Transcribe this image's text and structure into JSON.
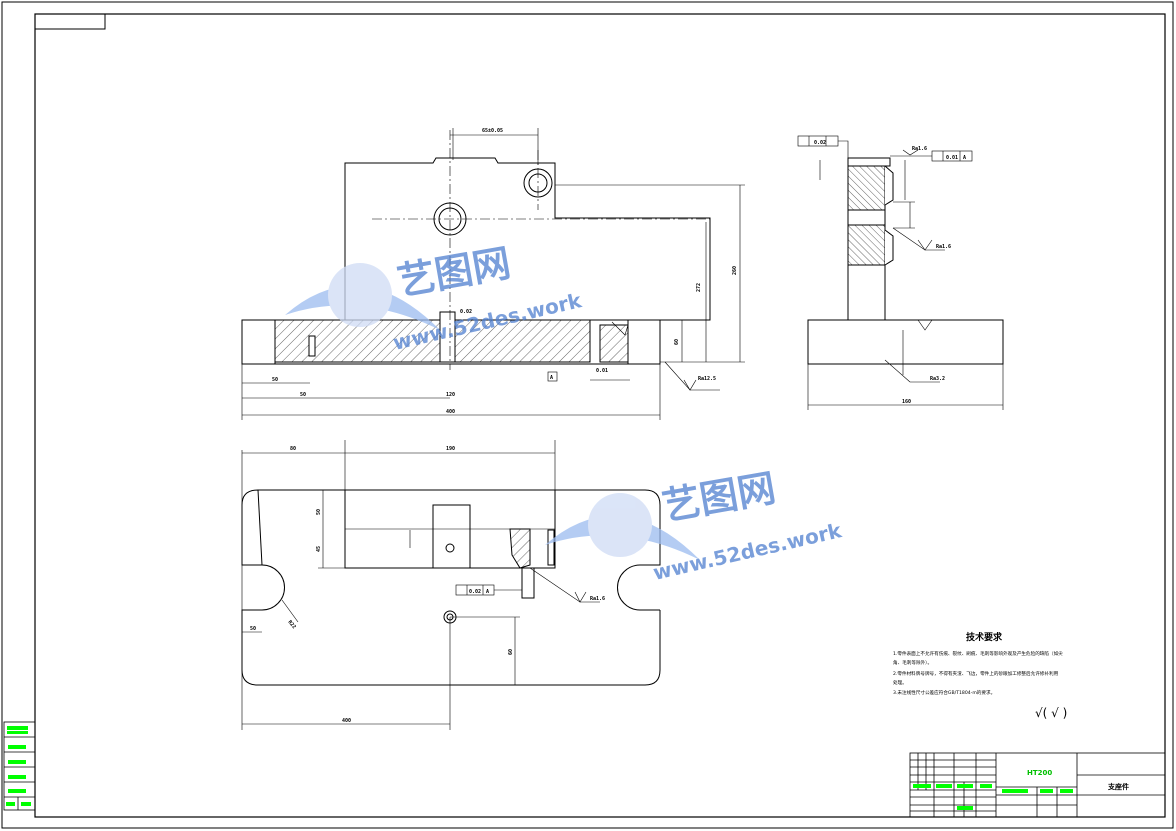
{
  "watermark": {
    "brand": "艺图网",
    "url": "www.52des.work",
    "color": "#4f7fd0"
  },
  "technical_requirements": {
    "title": "技术要求",
    "lines": [
      "1.零件表面上不允许有伤痕、裂纹、刷痕、毛刺等影响外观及产生危险的缺陷（如尖",
      "角、毛刺等除外）。",
      "2.零件材料牌号牌号，不得有夹渣、飞边，零件上的砂眼加工修整后允许修补利用",
      "处理。",
      "3.未注线性尺寸公差应符合GB/T1804-m的要求。"
    ]
  },
  "surface_mark": "√( √ )",
  "title_block": {
    "part_name": "支座件",
    "code": "HT200"
  },
  "dimension_labels": {
    "top_width": "65±0.05",
    "height_a": "272",
    "height_b": "260",
    "depth": "60",
    "base_left": "50",
    "base_mid": "120",
    "base_total": "400",
    "side_width": "160",
    "plan_left": "80",
    "plan_top": "190",
    "plan_total": "400",
    "plan_right_h": "60",
    "plan_v1": "50",
    "plan_v2": "45",
    "radius": "R22",
    "tolerance_a": "0.02",
    "tolerance_b": "0.01",
    "datum": "A",
    "roughness_a": "Ra1.6",
    "roughness_b": "Ra3.2",
    "roughness_c": "Ra12.5"
  },
  "colors": {
    "line": "#000000",
    "hatch": "#000000",
    "tb_green": "#00ff00"
  }
}
